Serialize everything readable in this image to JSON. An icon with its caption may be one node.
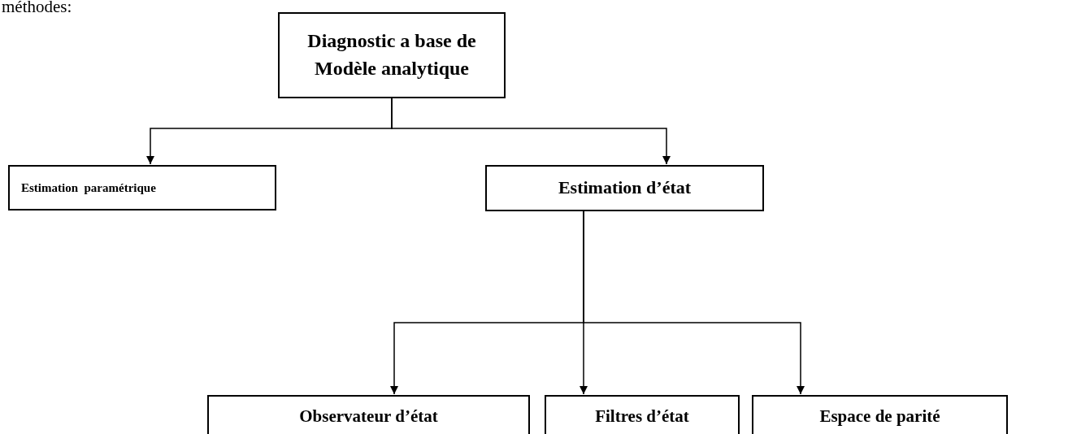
{
  "diagram": {
    "nodes": [
      {
        "text": [
          "Diagnostic a base de Modèle analytique"
        ]
      },
      {
        "text": [
          "Estimation  paramétrique"
        ]
      },
      {
        "text": [
          "Estimation d’état"
        ]
      },
      {
        "text": [
          "Observateur d’état"
        ]
      },
      {
        "text": [
          "Filtres d’état"
        ]
      },
      {
        "text": [
          "Espace de parité"
        ]
      }
    ],
    "edges": [
      {
        "from": 0,
        "to": 1,
        "arrow": "to"
      },
      {
        "from": 0,
        "to": 2,
        "arrow": "to"
      },
      {
        "from": 2,
        "to": 3,
        "arrow": "to"
      },
      {
        "from": 2,
        "to": 4,
        "arrow": "to"
      },
      {
        "from": 2,
        "to": 5,
        "arrow": "to"
      }
    ],
    "labels": [
      "méthodes:"
    ]
  }
}
